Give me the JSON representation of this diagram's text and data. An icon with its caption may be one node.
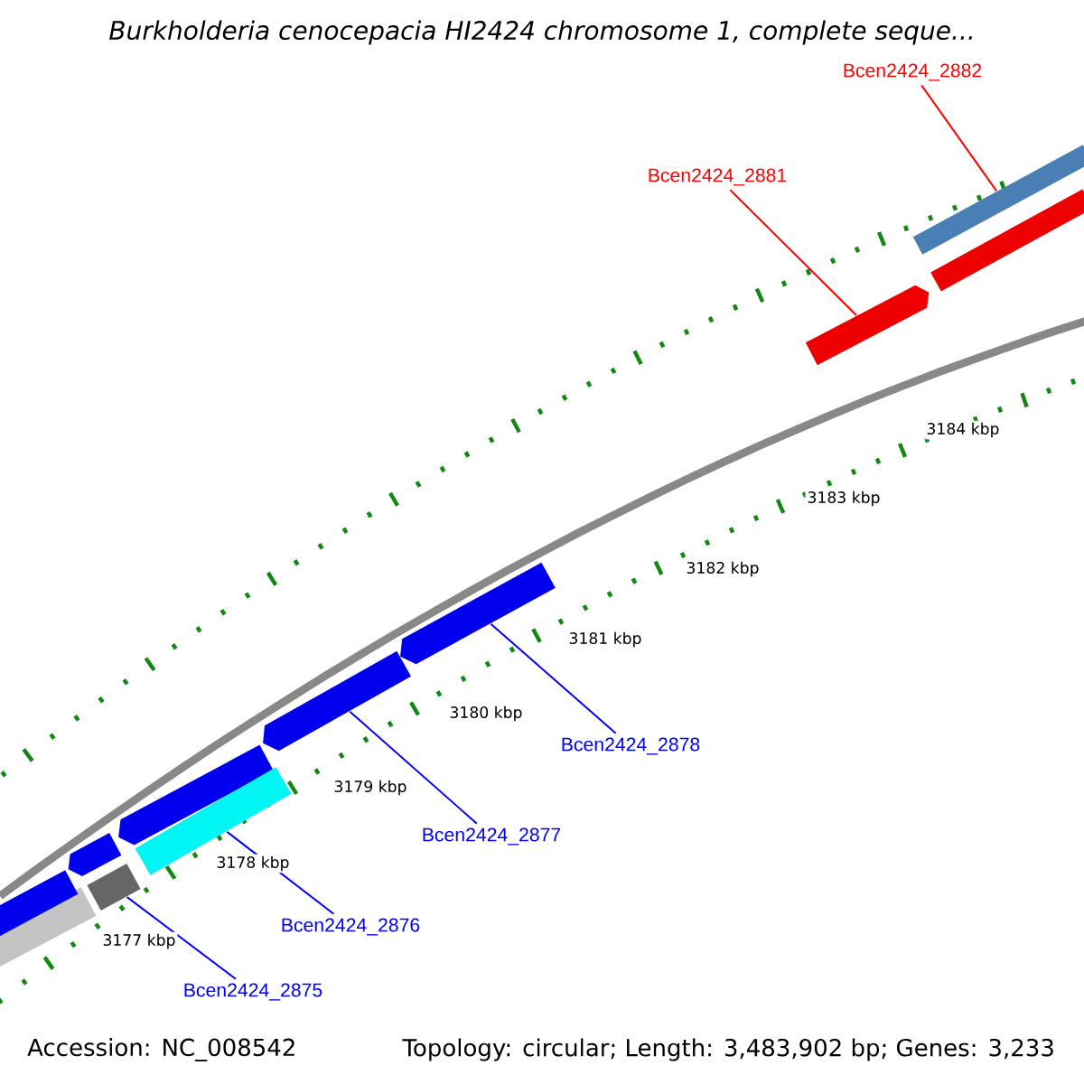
{
  "diagram": {
    "title": "Burkholderia cenocepacia HI2424 chromosome 1, complete seque...",
    "nodes": [
      {
        "text": [
          "Bcen2424_2882"
        ]
      },
      {
        "text": [
          "Bcen2424_2881"
        ]
      },
      {
        "text": [
          "Bcen2424_2878"
        ]
      },
      {
        "text": [
          "Bcen2424_2877"
        ]
      },
      {
        "text": [
          "Bcen2424_2876"
        ]
      },
      {
        "text": [
          "Bcen2424_2875"
        ]
      },
      {
        "text": [],
        "shape": "bar"
      },
      {
        "text": [],
        "shape": "bar"
      },
      {
        "text": [],
        "shape": "bar"
      },
      {
        "text": [],
        "shape": "bar"
      },
      {
        "text": [],
        "shape": "bar"
      },
      {
        "text": [],
        "shape": "bar"
      },
      {
        "text": [],
        "shape": "bar"
      },
      {
        "text": [],
        "shape": "bar"
      },
      {
        "text": [],
        "shape": "bar"
      },
      {
        "text": [],
        "shape": "bar"
      },
      {
        "text": [],
        "shape": "bar"
      }
    ],
    "edges": [
      {
        "from": 0,
        "to": 16,
        "arrow": "none",
        "color": "#ff0000"
      },
      {
        "from": 1,
        "to": 14,
        "arrow": "none",
        "color": "#ff0000"
      },
      {
        "from": 2,
        "to": 12,
        "arrow": "none"
      },
      {
        "from": 3,
        "to": 11,
        "arrow": "none"
      },
      {
        "from": 4,
        "to": 13,
        "arrow": "none"
      },
      {
        "from": 5,
        "to": 7,
        "arrow": "none"
      }
    ],
    "labels": [
      "3184 kbp",
      "3183 kbp",
      "3182 kbp",
      "3181 kbp",
      "3180 kbp",
      "3179 kbp",
      "3178 kbp",
      "3177 kbp",
      "Accession: NC_008542",
      "Topology: circular; Length: 3,483,902 bp; Genes: 3,233"
    ]
  }
}
